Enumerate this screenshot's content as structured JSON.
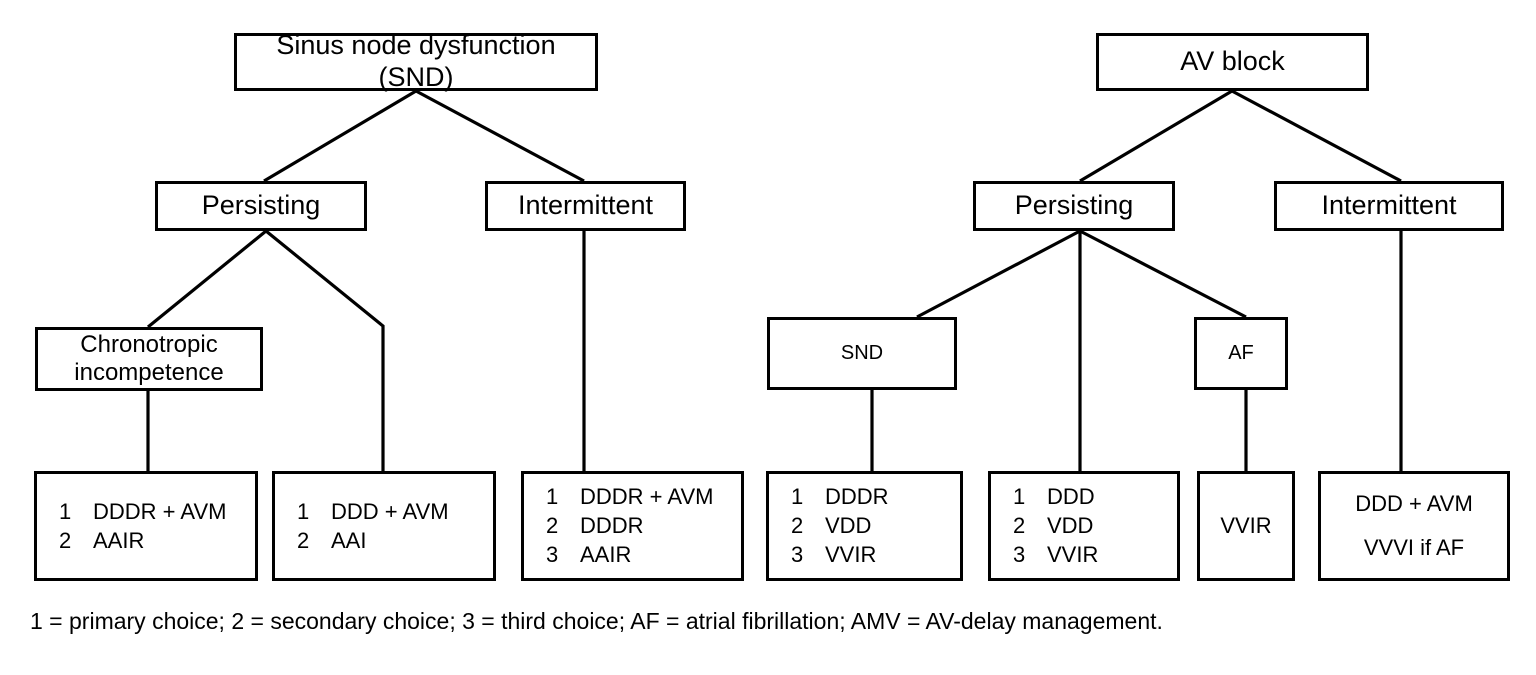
{
  "figure": {
    "footnote": "1 = primary choice; 2 = secondary choice; 3 = third choice; AF = atrial fibrillation; AMV = AV-delay management."
  },
  "left_tree": {
    "root": {
      "label": "Sinus node dysfunction (SND)"
    },
    "branches": [
      {
        "label": "Persisting"
      },
      {
        "label": "Intermittent"
      }
    ],
    "sub": [
      {
        "label": "Chronotropic incompetence"
      }
    ],
    "outcomes": [
      {
        "name": "chronotropic-incompetence-options",
        "items": [
          {
            "num": "1",
            "text": "DDDR + AVM"
          },
          {
            "num": "2",
            "text": "AAIR"
          }
        ]
      },
      {
        "name": "persisting-options",
        "items": [
          {
            "num": "1",
            "text": "DDD + AVM"
          },
          {
            "num": "2",
            "text": "AAI"
          }
        ]
      },
      {
        "name": "intermittent-options",
        "items": [
          {
            "num": "1",
            "text": "DDDR + AVM"
          },
          {
            "num": "2",
            "text": "DDDR"
          },
          {
            "num": "3",
            "text": "AAIR"
          }
        ]
      }
    ]
  },
  "right_tree": {
    "root": {
      "label": "AV block"
    },
    "branches": [
      {
        "label": "Persisting"
      },
      {
        "label": "Intermittent"
      }
    ],
    "sub": [
      {
        "label": "SND"
      },
      {
        "label": "AF"
      }
    ],
    "outcomes": [
      {
        "name": "snd-options",
        "items": [
          {
            "num": "1",
            "text": "DDDR"
          },
          {
            "num": "2",
            "text": "VDD"
          },
          {
            "num": "3",
            "text": "VVIR"
          }
        ]
      },
      {
        "name": "persisting-options",
        "items": [
          {
            "num": "1",
            "text": "DDD"
          },
          {
            "num": "2",
            "text": "VDD"
          },
          {
            "num": "3",
            "text": "VVIR"
          }
        ]
      },
      {
        "name": "af-options",
        "lines": [
          "VVIR"
        ]
      },
      {
        "name": "intermittent-options",
        "lines": [
          "DDD + AVM",
          "VVVI if  AF"
        ]
      }
    ]
  },
  "colors": {
    "stroke": "#000000",
    "fill": "#ffffff",
    "text": "#000000"
  }
}
